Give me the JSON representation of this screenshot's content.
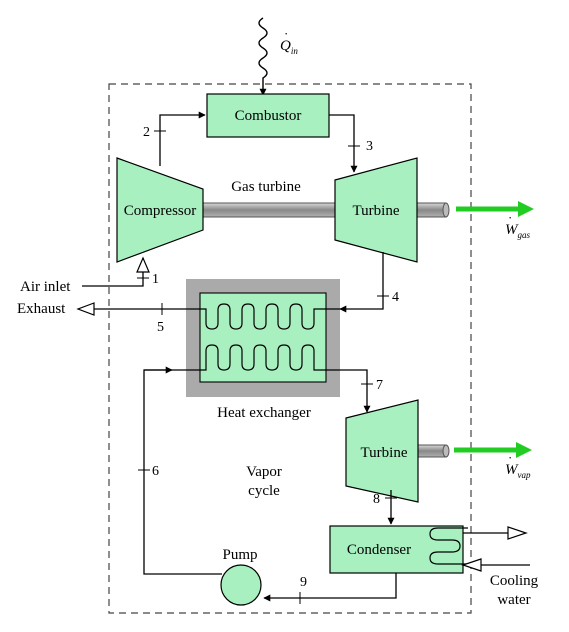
{
  "heat_input": {
    "symbol": "Q",
    "subscript": "in"
  },
  "components": {
    "combustor": "Combustor",
    "compressor": "Compressor",
    "gas_turbine": "Turbine",
    "vapor_turbine": "Turbine",
    "heat_exchanger": "Heat exchanger",
    "condenser": "Condenser",
    "pump": "Pump"
  },
  "labels": {
    "gas_turbine_title": "Gas turbine",
    "air_inlet": "Air inlet",
    "exhaust": "Exhaust",
    "vapor_cycle_line1": "Vapor",
    "vapor_cycle_line2": "cycle",
    "cooling_line1": "Cooling",
    "cooling_line2": "water"
  },
  "work_outputs": {
    "gas": {
      "symbol": "W",
      "subscript": "gas"
    },
    "vapor": {
      "symbol": "W",
      "subscript": "vap"
    }
  },
  "states": [
    "1",
    "2",
    "3",
    "4",
    "5",
    "6",
    "7",
    "8",
    "9"
  ],
  "colors": {
    "component_fill": "#a8f0c0",
    "work_arrow": "#22cc22",
    "boundary": "#444444",
    "hx_frame": "#aaaaaa",
    "shaft": "#999999"
  }
}
